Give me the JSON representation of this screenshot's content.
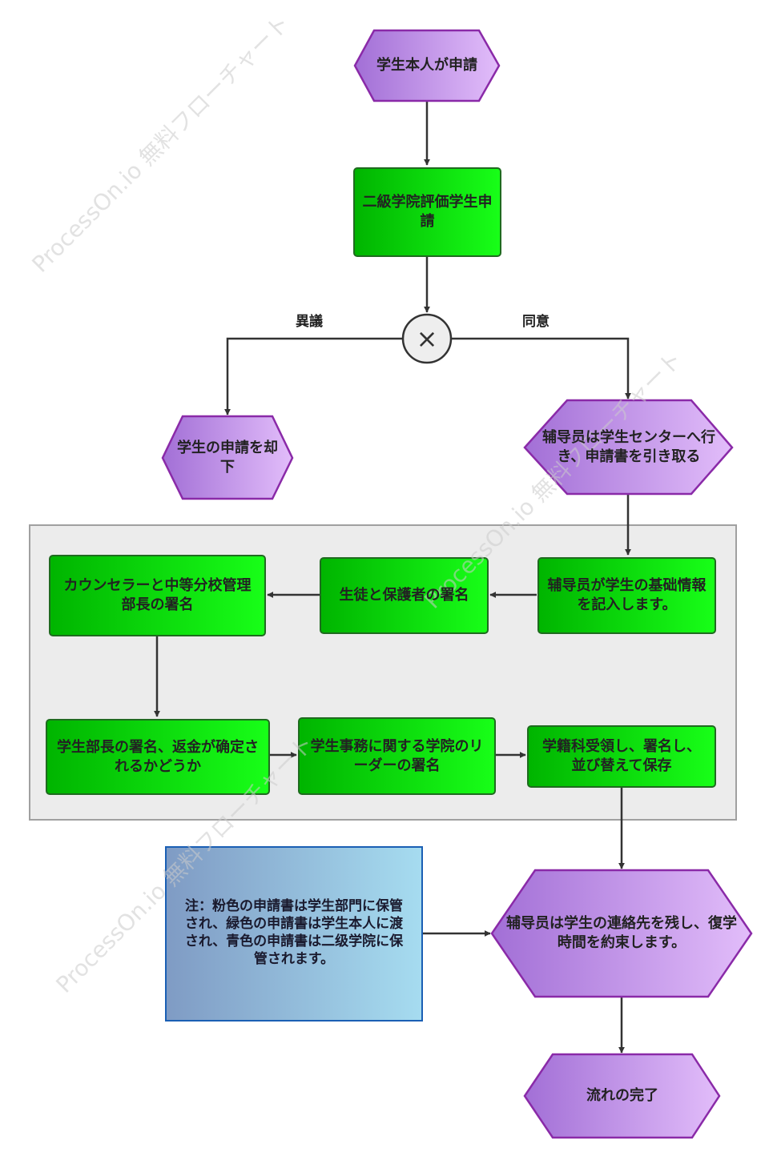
{
  "nodes": {
    "start": "学生本人が申請",
    "apply": "二級学院評価学生申請",
    "gateway": "×",
    "reject": "学生の申請を却下",
    "pickup": "辅导员は学生センターへ行き、申請書を引き取る",
    "fill_info": "辅导员が学生の基础情報を記入します。",
    "sign_parent": "生徒と保護者の署名",
    "sign_counselor": "カウンセラーと中等分校管理部長の署名",
    "sign_dept": "学生部長の署名、返金が确定されるかどうか",
    "sign_affairs": "学生事務に関する学院のリーダーの署名",
    "archive": "学籍科受領し、署名し、並び替えて保存",
    "contact": "辅导员は学生の連絡先を残し、復学時間を約束します。",
    "end": "流れの完了",
    "note": "注：粉色の申請書は学生部門に保管され、緑色の申請書は学生本人に渡され、青色の申請書は二级学院に保管されます。"
  },
  "edge_labels": {
    "objection": "異議",
    "agree": "同意"
  },
  "watermark": "ProcessOn.io 無料フローチャート",
  "colors": {
    "hex_fill_start": "#a26fd6",
    "hex_fill_end": "#e2bdfa",
    "hex_stroke": "#8a2aa8",
    "box_fill_start": "#00b400",
    "box_fill_end": "#18ff18",
    "box_stroke": "#1f6b1f",
    "group_fill": "#ececec",
    "group_stroke": "#a0a0a0",
    "note_fill_start": "#7f9bc4",
    "note_fill_end": "#a6dcf0",
    "note_stroke": "#1a5fb4",
    "edge": "#333333"
  }
}
